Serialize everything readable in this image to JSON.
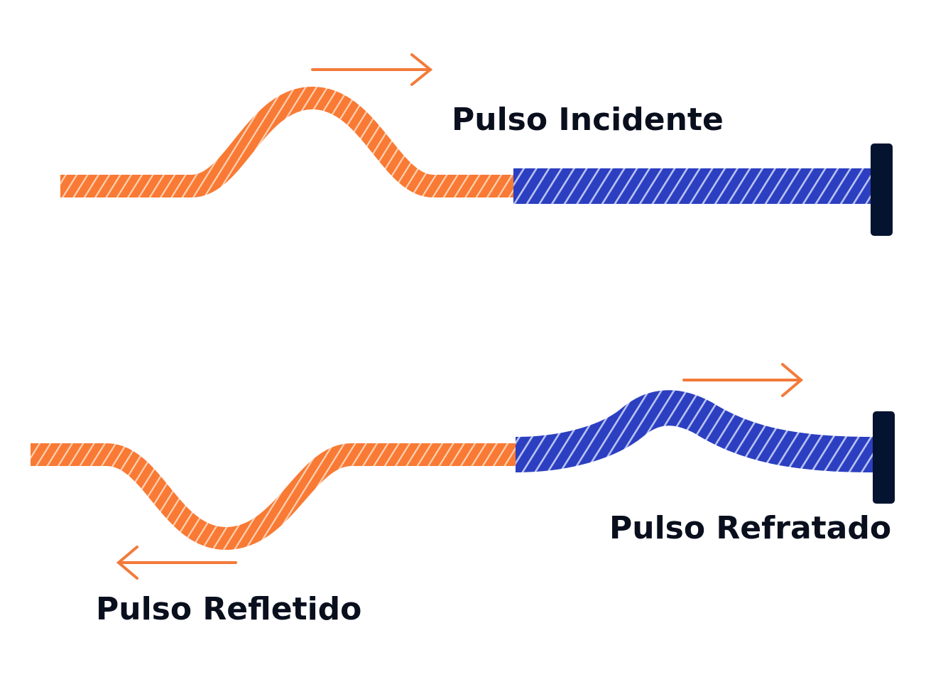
{
  "labels": {
    "incident": "Pulso Incidente",
    "refracted": "Pulso Refratado",
    "reflected": "Pulso Refletido"
  },
  "colors": {
    "light_rope": "#f97a34",
    "light_rope_stripe": "#ffd2b6",
    "heavy_rope": "#2c3fc0",
    "heavy_rope_stripe": "#b9c3f5",
    "arrow": "#f37a3a",
    "wall": "#04132f",
    "text": "#0a0f1e"
  }
}
